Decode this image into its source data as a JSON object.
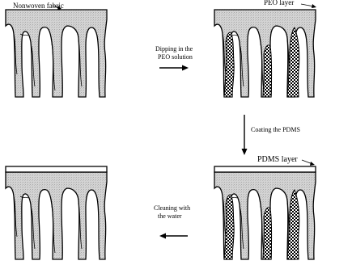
{
  "labels": {
    "nonwoven_fabric": "Nonwoven fabric",
    "peo_layer": "PEO layer",
    "pdms_layer": "PDMS layer"
  },
  "steps": {
    "step1_line1": "Dipping in the",
    "step1_line2": "PEO solution",
    "step2": "Coating the PDMS",
    "step3_line1": "Cleaning with",
    "step3_line2": "the water"
  },
  "colors": {
    "fabric_fill": "#d6d6d6",
    "outline": "#000000",
    "background": "#ffffff"
  }
}
